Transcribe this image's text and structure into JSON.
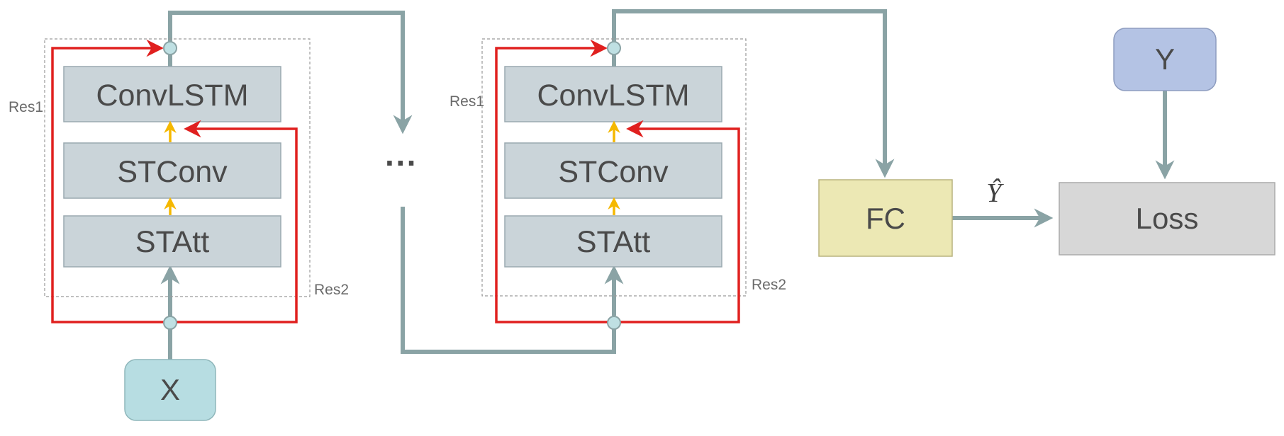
{
  "blocks": [
    {
      "convlstm": "ConvLSTM",
      "stconv": "STConv",
      "statt": "STAtt",
      "res1": "Res1",
      "res2": "Res2"
    },
    {
      "convlstm": "ConvLSTM",
      "stconv": "STConv",
      "statt": "STAtt",
      "res1": "Res1",
      "res2": "Res2"
    }
  ],
  "input": {
    "label": "X"
  },
  "target": {
    "label": "Y"
  },
  "fc": {
    "label": "FC"
  },
  "loss": {
    "label": "Loss"
  },
  "prediction": {
    "label": "Ŷ"
  },
  "ellipsis": "···",
  "colors": {
    "layer_fill": "#cad4d9",
    "layer_stroke": "#9aa9b0",
    "input_fill": "#b7dde2",
    "target_fill": "#b4c3e4",
    "fc_fill": "#ece8b4",
    "loss_fill": "#d7d7d7",
    "flow_arrow": "#8aa3a5",
    "residual_arrow": "#e0201f",
    "inner_arrow": "#f5b800",
    "junction_fill": "#bfe0e3"
  }
}
